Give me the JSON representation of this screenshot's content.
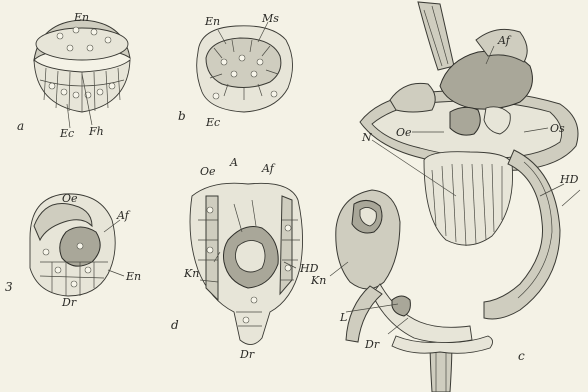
{
  "figure": {
    "a": {
      "panel_letter": "a",
      "labels": [
        "En",
        "Ec",
        "Fh"
      ]
    },
    "b": {
      "panel_letter": "b",
      "labels": [
        "En",
        "Ms",
        "Ec"
      ]
    },
    "c3": {
      "panel_letter": "3",
      "labels": [
        "Oe",
        "Af",
        "En",
        "Dr"
      ]
    },
    "d": {
      "panel_letter": "d",
      "labels": [
        "Oe",
        "A",
        "Af",
        "Kn",
        "HD",
        "Dr"
      ]
    },
    "c": {
      "panel_letter": "c",
      "labels": [
        "Af",
        "Oe",
        "Os",
        "N",
        "HD",
        "Kn",
        "L",
        "Dr"
      ]
    }
  }
}
